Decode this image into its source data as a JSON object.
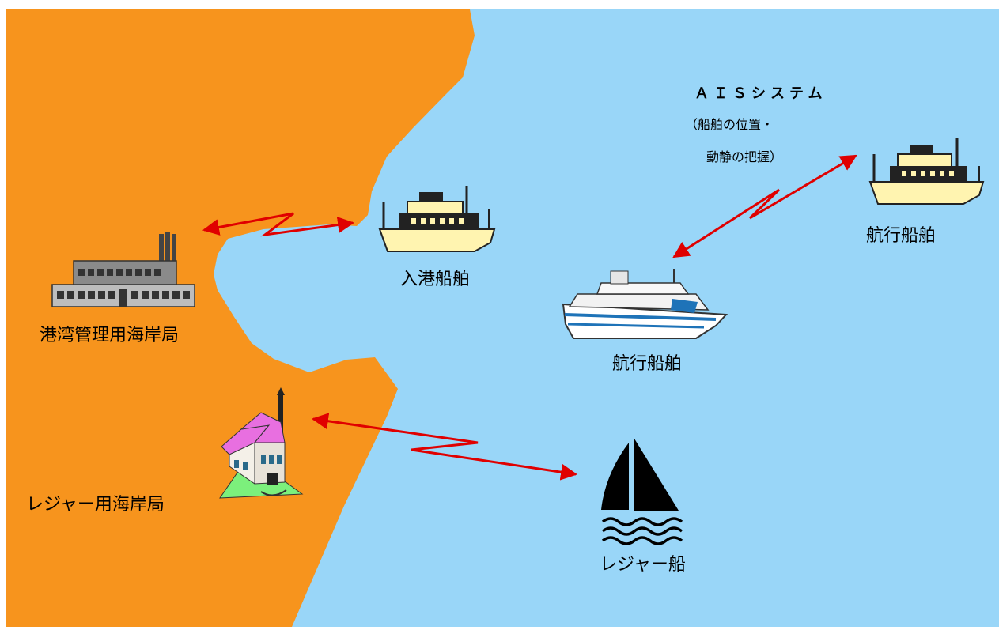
{
  "colors": {
    "land": "#F7941D",
    "sea": "#99D6F8",
    "link": "#E00000",
    "ship_hull": "#FFF4B0",
    "ferry_stripe": "#1E73B8",
    "roof": "#E86FE0",
    "lawn": "#7CF07C",
    "sail": "#000000"
  },
  "labels": {
    "harbor_station": "港湾管理用海岸局",
    "leisure_station": "レジャー用海岸局",
    "entering_ship": "入港船舶",
    "sailing_ship_center": "航行船舶",
    "sailing_ship_right": "航行船舶",
    "leisure_boat": "レジャー船",
    "ais_title": "ＡＩＳシステム",
    "ais_desc_line1": "（船舶の位置・",
    "ais_desc_line2": "動静の把握）"
  },
  "icons": [
    "factory-icon",
    "house-icon",
    "cruise-ship-icon",
    "ferry-icon",
    "sailboat-icon"
  ]
}
